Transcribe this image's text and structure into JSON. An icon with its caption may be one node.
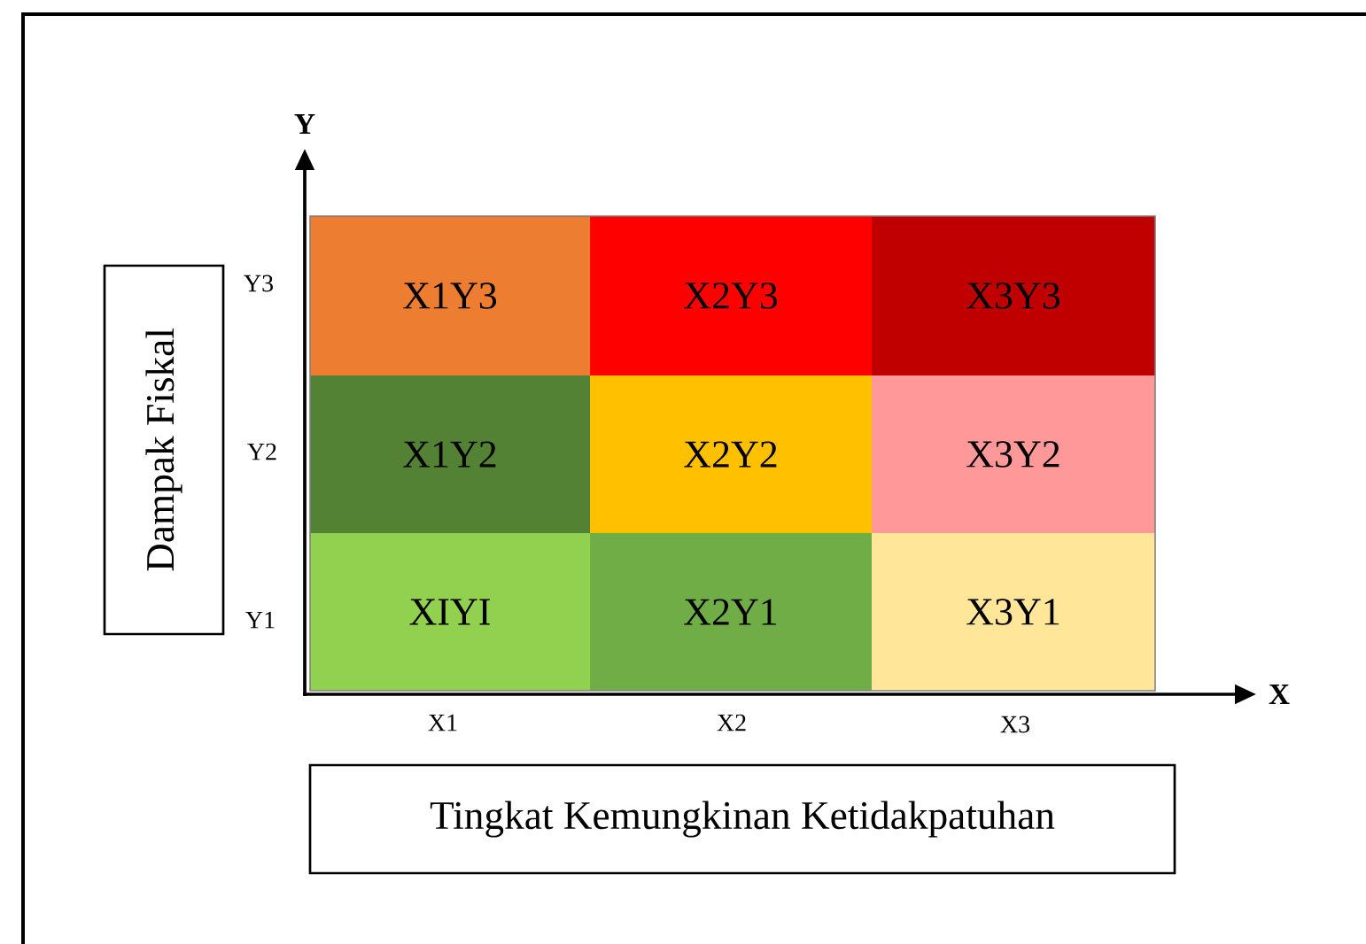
{
  "diagram": {
    "nodes": [
      {
        "text": [
          "Dampak Fiskal"
        ]
      },
      {
        "text": [
          "Tingkat Kemungkinan Ketidakpatuhan"
        ]
      },
      {
        "text": [
          "X1Y3"
        ]
      },
      {
        "text": [
          "X2Y3"
        ]
      },
      {
        "text": [
          "X3Y3"
        ]
      },
      {
        "text": [
          "X1Y2"
        ]
      },
      {
        "text": [
          "X2Y2"
        ]
      },
      {
        "text": [
          "X3Y2"
        ]
      },
      {
        "text": [
          "XIYI"
        ]
      },
      {
        "text": [
          "X2Y1"
        ]
      },
      {
        "text": [
          "X3Y1"
        ]
      }
    ],
    "labels": [
      "Y",
      "Y3",
      "Y2",
      "Y1",
      "X",
      "X1",
      "X2",
      "X3"
    ]
  }
}
